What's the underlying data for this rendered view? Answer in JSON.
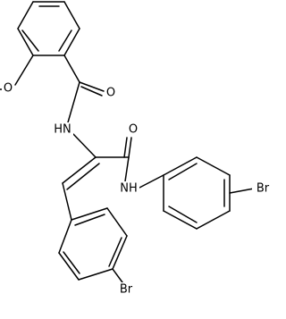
{
  "molecule": {
    "atom_labels": {
      "methoxy_o": "O",
      "carbonyl_o_top": "O",
      "amide_nh_top": "HN",
      "carbonyl_o_right": "O",
      "amide_nh_right": "NH",
      "br_right": "Br",
      "br_bottom": "Br"
    },
    "colors": {
      "bond": "#000000",
      "label": "#000000",
      "background": "#ffffff"
    }
  }
}
